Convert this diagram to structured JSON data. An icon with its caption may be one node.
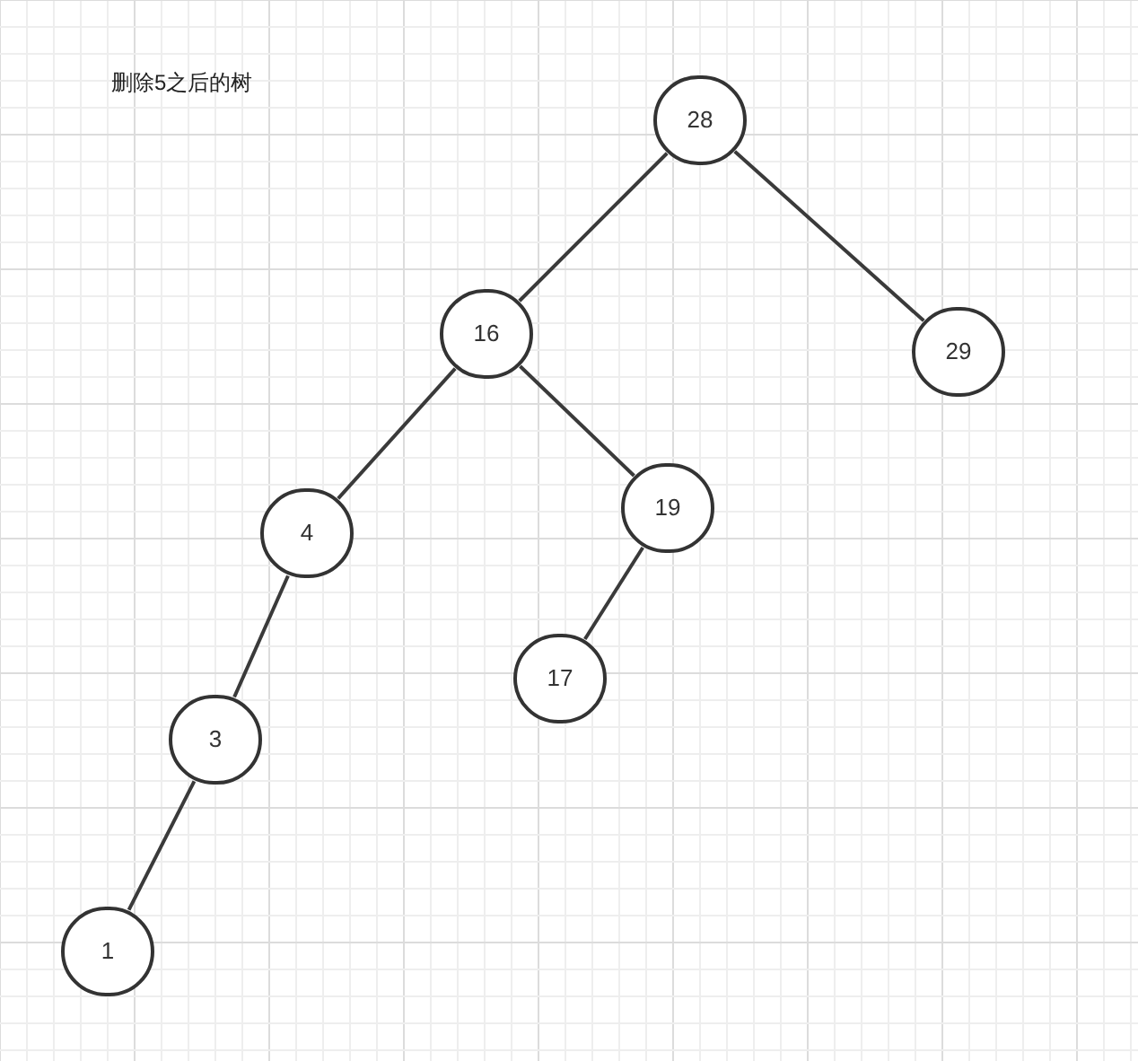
{
  "diagram": {
    "title": "删除5之后的树",
    "nodes": [
      {
        "text": [
          "28"
        ]
      },
      {
        "text": [
          "16"
        ]
      },
      {
        "text": [
          "29"
        ]
      },
      {
        "text": [
          "4"
        ]
      },
      {
        "text": [
          "19"
        ]
      },
      {
        "text": [
          "17"
        ]
      },
      {
        "text": [
          "3"
        ]
      },
      {
        "text": [
          "1"
        ]
      }
    ],
    "edges": [
      {
        "from": 0,
        "to": 1,
        "arrow": "none"
      },
      {
        "from": 0,
        "to": 2,
        "arrow": "none"
      },
      {
        "from": 1,
        "to": 3,
        "arrow": "none"
      },
      {
        "from": 1,
        "to": 4,
        "arrow": "none"
      },
      {
        "from": 4,
        "to": 5,
        "arrow": "none"
      },
      {
        "from": 3,
        "to": 6,
        "arrow": "none"
      },
      {
        "from": 6,
        "to": 7,
        "arrow": "none"
      }
    ]
  }
}
